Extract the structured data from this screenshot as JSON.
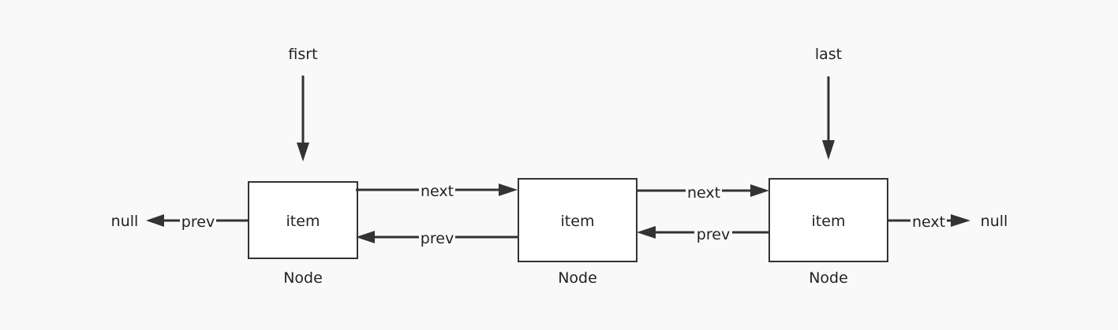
{
  "diagram": {
    "pointers": {
      "first": "fisrt",
      "last": "last"
    },
    "nodes": [
      {
        "item": "item",
        "caption": "Node"
      },
      {
        "item": "item",
        "caption": "Node"
      },
      {
        "item": "item",
        "caption": "Node"
      }
    ],
    "null_left": "null",
    "null_right": "null",
    "edges": {
      "left_prev": "prev",
      "n1_to_n2": "next",
      "n2_to_n1": "prev",
      "n2_to_n3": "next",
      "n3_to_n2": "prev",
      "right_next": "next"
    },
    "colors": {
      "background": "#f9f9f9",
      "stroke": "#333333",
      "node_fill": "#ffffff",
      "text": "#222222"
    }
  }
}
